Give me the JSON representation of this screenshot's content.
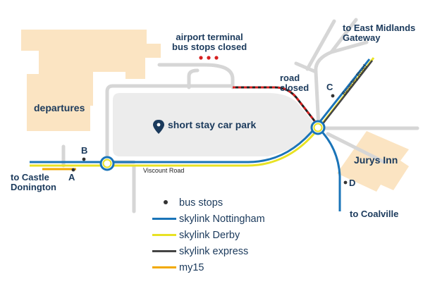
{
  "labels": {
    "airport_terminal": "airport terminal",
    "bus_stops_closed": "bus stops closed",
    "departures": "departures",
    "short_stay": "short stay car park",
    "road_closed_1": "road",
    "road_closed_2": "closed",
    "east_midlands_1": "to East Midlands",
    "east_midlands_2": "Gateway",
    "beverley_road": "Beverley Road",
    "viscount_road": "Viscount Road",
    "jurys_inn": "Jurys Inn",
    "castle_donington_1": "to Castle",
    "castle_donington_2": "Donington",
    "coalville": "to Coalville"
  },
  "stops": {
    "a": "A",
    "b": "B",
    "c": "C",
    "d": "D"
  },
  "legend": [
    {
      "label": "bus stops",
      "kind": "dot",
      "color": "#333333"
    },
    {
      "label": "skylink Nottingham",
      "kind": "line",
      "color": "#1a74b8"
    },
    {
      "label": "skylink Derby",
      "kind": "line",
      "color": "#e8e224"
    },
    {
      "label": "skylink express",
      "kind": "line",
      "color": "#444444"
    },
    {
      "label": "my15",
      "kind": "line",
      "color": "#f2a900"
    }
  ],
  "colors": {
    "building": "#fbe4c2",
    "car_park": "#ececec",
    "road": "#d6d6d6",
    "nottingham": "#1a74b8",
    "derby": "#e8e224",
    "express": "#444444",
    "my15": "#f2a900",
    "closed_road": "#d62020",
    "text": "#1b3a5c"
  }
}
